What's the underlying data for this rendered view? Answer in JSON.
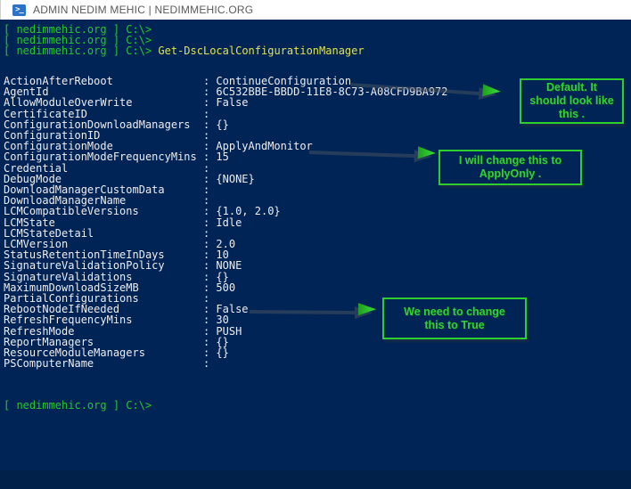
{
  "window": {
    "title": "ADMIN NEDIM MEHIC | NEDIMMEHIC.ORG",
    "icon": "powershell-icon",
    "icon_glyph": ">_"
  },
  "terminal": {
    "prompt": "[ nedimmehic.org ] C:\\>",
    "command": "Get-DscLocalConfigurationManager",
    "colors": {
      "background": "#012456",
      "prompt_green": "#26C826",
      "command_yellow": "#E2E24E",
      "output_white": "#EEEDF0",
      "annotation_green": "#2FCE2F"
    },
    "output_rows": [
      {
        "label": "ActionAfterReboot",
        "value": "ContinueConfiguration"
      },
      {
        "label": "AgentId",
        "value": "6C532BBE-BBDD-11E8-8C73-A08CFD9BA972"
      },
      {
        "label": "AllowModuleOverWrite",
        "value": "False"
      },
      {
        "label": "CertificateID",
        "value": ""
      },
      {
        "label": "ConfigurationDownloadManagers",
        "value": "{}"
      },
      {
        "label": "ConfigurationID",
        "value": ""
      },
      {
        "label": "ConfigurationMode",
        "value": "ApplyAndMonitor"
      },
      {
        "label": "ConfigurationModeFrequencyMins",
        "value": "15"
      },
      {
        "label": "Credential",
        "value": ""
      },
      {
        "label": "DebugMode",
        "value": "{NONE}"
      },
      {
        "label": "DownloadManagerCustomData",
        "value": ""
      },
      {
        "label": "DownloadManagerName",
        "value": ""
      },
      {
        "label": "LCMCompatibleVersions",
        "value": "{1.0, 2.0}"
      },
      {
        "label": "LCMState",
        "value": "Idle"
      },
      {
        "label": "LCMStateDetail",
        "value": ""
      },
      {
        "label": "LCMVersion",
        "value": "2.0"
      },
      {
        "label": "StatusRetentionTimeInDays",
        "value": "10"
      },
      {
        "label": "SignatureValidationPolicy",
        "value": "NONE"
      },
      {
        "label": "SignatureValidations",
        "value": "{}"
      },
      {
        "label": "MaximumDownloadSizeMB",
        "value": "500"
      },
      {
        "label": "PartialConfigurations",
        "value": ""
      },
      {
        "label": "RebootNodeIfNeeded",
        "value": "False"
      },
      {
        "label": "RefreshFrequencyMins",
        "value": "30"
      },
      {
        "label": "RefreshMode",
        "value": "PUSH"
      },
      {
        "label": "ReportManagers",
        "value": "{}"
      },
      {
        "label": "ResourceModuleManagers",
        "value": "{}"
      },
      {
        "label": "PSComputerName",
        "value": ""
      }
    ]
  },
  "annotations": [
    {
      "text": "Default.  It\nshould look like\nthis .",
      "target": "ContinueConfiguration"
    },
    {
      "text": "I will change this to\nApplyOnly .",
      "target": "ApplyAndMonitor"
    },
    {
      "text": "We need to change\nthis  to True",
      "target": "RebootNodeIfNeeded"
    }
  ]
}
